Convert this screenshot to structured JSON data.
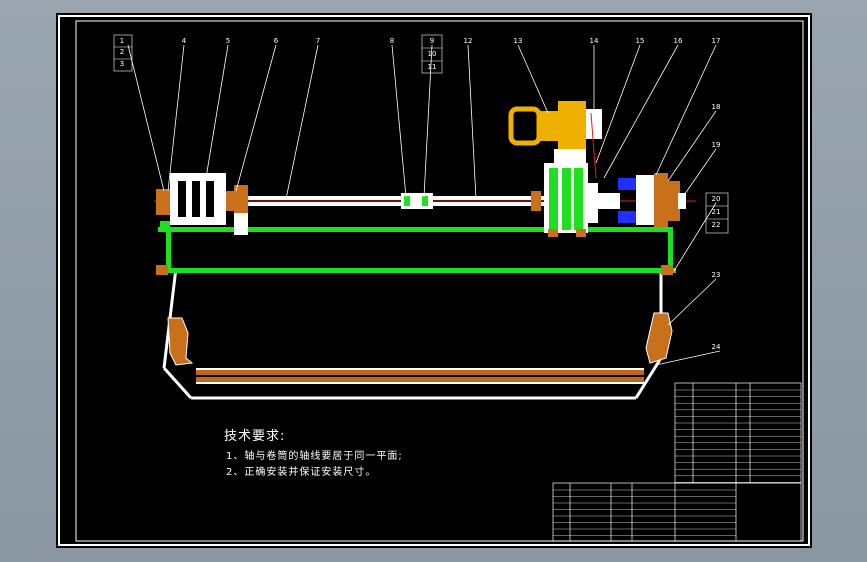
{
  "part_labels": [
    "1",
    "2",
    "3",
    "4",
    "5",
    "6",
    "7",
    "8",
    "9",
    "10",
    "11",
    "12",
    "13",
    "14",
    "15",
    "16",
    "17",
    "18",
    "19",
    "20",
    "21",
    "22",
    "23",
    "24"
  ],
  "tech_notes": {
    "title": "技术要求:",
    "items": [
      "1、轴与卷筒的轴线要居于同一平面;",
      "2、正确安装并保证安装尺寸。"
    ]
  },
  "colors": {
    "background": "#8f9ba6",
    "sheet": "#000000",
    "frame_lines": "#ffffff",
    "green_beams": "#22dd22",
    "orange_parts": "#d07a1a",
    "yellow_motor": "#f0b000",
    "red_centerline": "#e02020",
    "blue_parts": "#2030ff"
  },
  "icons": [
    "leader-line",
    "balloon-callout"
  ]
}
